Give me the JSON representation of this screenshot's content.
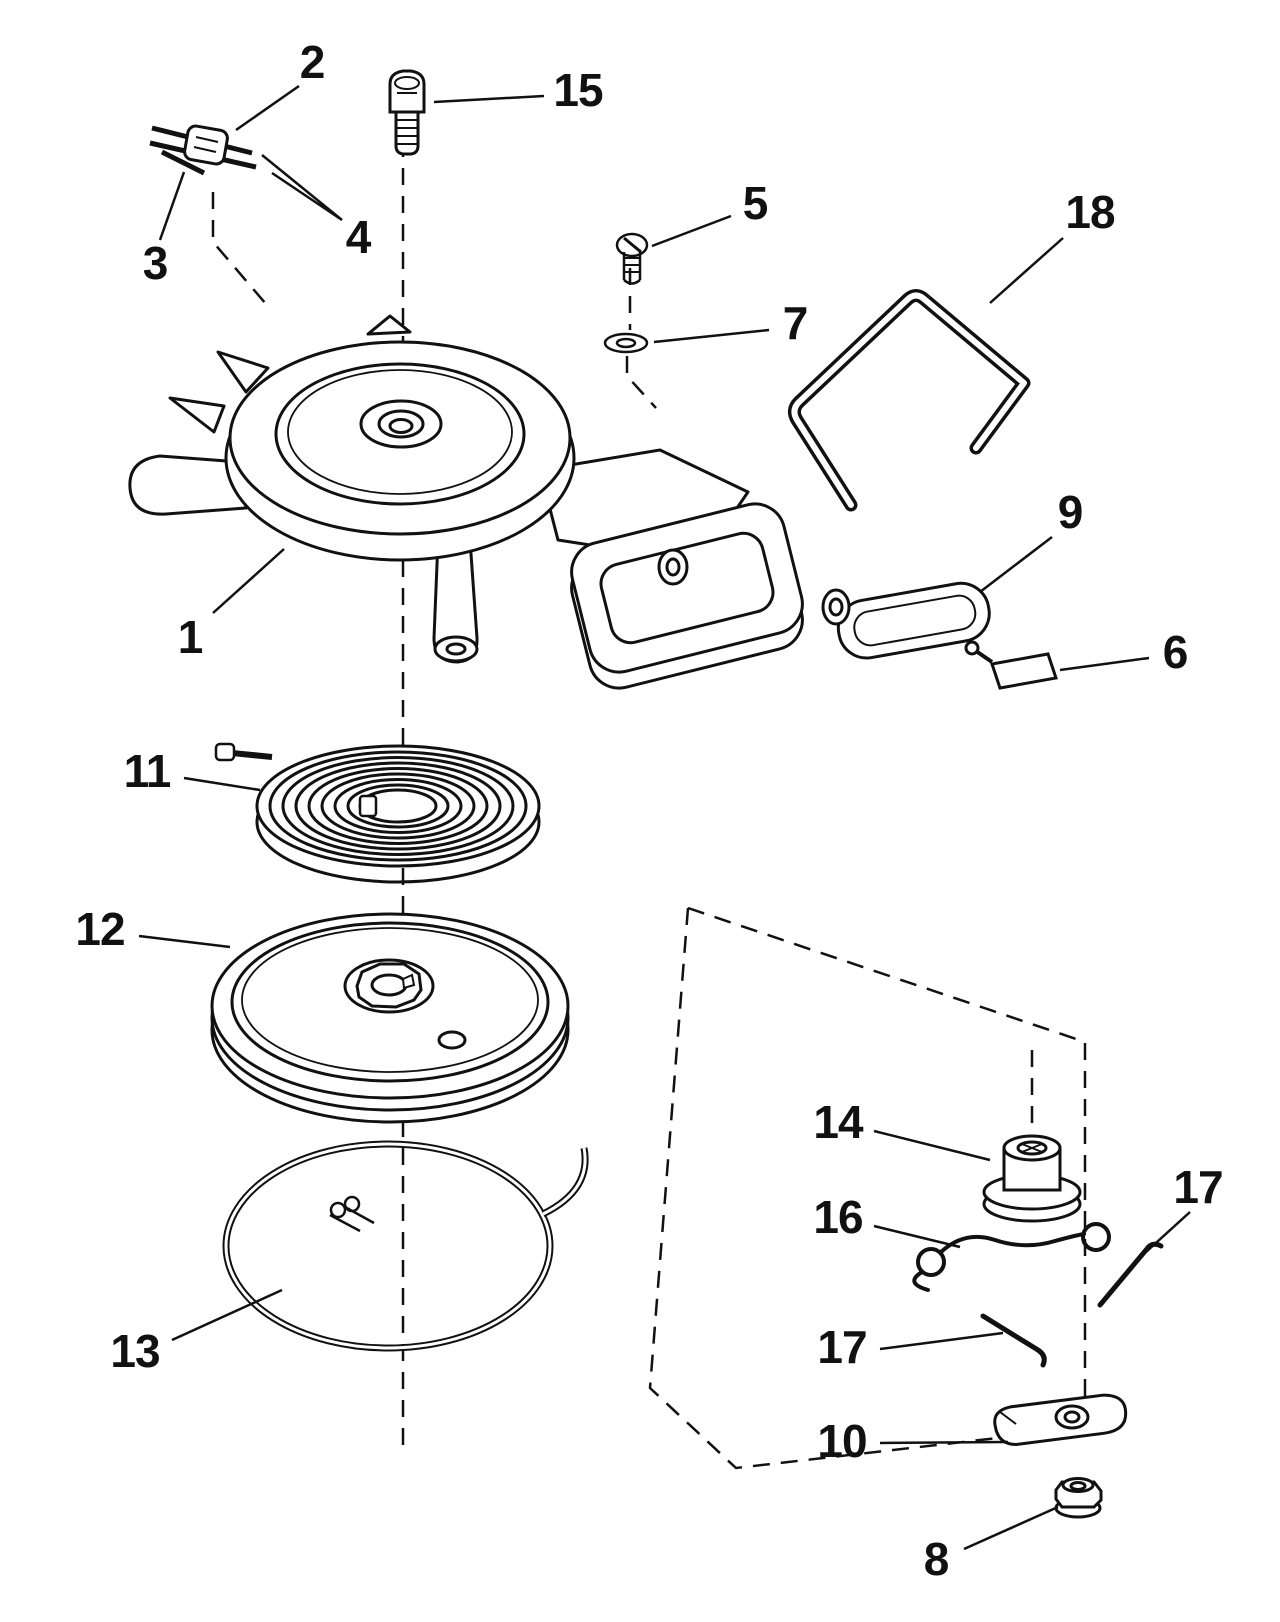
{
  "page": {
    "type": "exploded-parts-diagram",
    "background_color": "#ffffff",
    "ink_color": "#111111"
  },
  "diagram": {
    "callouts": [
      {
        "label": "2"
      },
      {
        "label": "15"
      },
      {
        "label": "3"
      },
      {
        "label": "4"
      },
      {
        "label": "5"
      },
      {
        "label": "18"
      },
      {
        "label": "7"
      },
      {
        "label": "1"
      },
      {
        "label": "9"
      },
      {
        "label": "6"
      },
      {
        "label": "11"
      },
      {
        "label": "12"
      },
      {
        "label": "14"
      },
      {
        "label": "17"
      },
      {
        "label": "16"
      },
      {
        "label": "13"
      },
      {
        "label": "17"
      },
      {
        "label": "10"
      },
      {
        "label": "8"
      }
    ]
  }
}
